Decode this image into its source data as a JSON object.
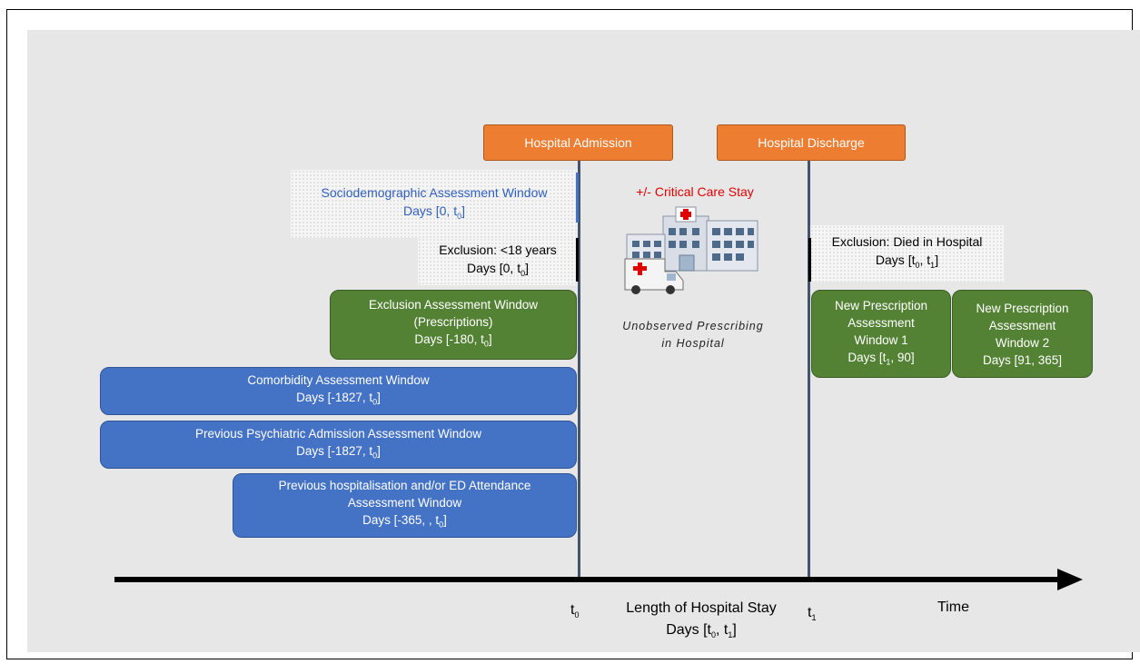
{
  "events": {
    "admission": "Hospital Admission",
    "discharge": "Hospital Discharge"
  },
  "critical_care": "+/- Critical Care Stay",
  "unobserved": {
    "line1": "Unobserved Prescribing",
    "line2": "in Hospital"
  },
  "windows": {
    "sociodemographic": {
      "title": "Sociodemographic Assessment Window",
      "days_prefix": "Days [0, t",
      "sub": "0",
      "days_suffix": "]"
    },
    "under18": {
      "title": "Exclusion: <18 years",
      "days_prefix": "Days [0, t",
      "sub": "0",
      "days_suffix": "]"
    },
    "died": {
      "title": "Exclusion: Died in Hospital",
      "days_prefix": "Days [t",
      "sub1": "0",
      "mid": ", t",
      "sub2": "1",
      "days_suffix": "]"
    },
    "exclusion_rx": {
      "title1": "Exclusion Assessment Window",
      "title2": "(Prescriptions)",
      "days_prefix": "Days [-180, t",
      "sub": "0",
      "days_suffix": "]"
    },
    "comorbidity": {
      "title": "Comorbidity Assessment Window",
      "days_prefix": "Days [-1827, t",
      "sub": "0",
      "days_suffix": "]"
    },
    "psych": {
      "title": "Previous Psychiatric Admission Assessment Window",
      "days_prefix": "Days [-1827, t",
      "sub": "0",
      "days_suffix": "]"
    },
    "prev_hosp": {
      "title1": "Previous hospitalisation and/or ED Attendance",
      "title2": "Assessment Window",
      "days_prefix": "Days [-365, , t",
      "sub": "0",
      "days_suffix": "]"
    },
    "new_rx1": {
      "line1": "New Prescription",
      "line2": "Assessment",
      "line3": "Window 1",
      "days_prefix": "Days [t",
      "sub": "1",
      "days_suffix": ", 90]"
    },
    "new_rx2": {
      "line1": "New Prescription",
      "line2": "Assessment",
      "line3": "Window 2",
      "days": "Days [91, 365]"
    }
  },
  "axis": {
    "t0_main": "t",
    "t0_sub": "0",
    "t1_main": "t",
    "t1_sub": "1",
    "time": "Time",
    "los_title": "Length of Hospital Stay",
    "los_prefix": "Days [t",
    "los_sub1": "0",
    "los_mid": ", t",
    "los_sub2": "1",
    "los_suffix": "]"
  },
  "colors": {
    "orange": "#ed7d31",
    "green": "#548235",
    "blue": "#4472c4",
    "critical_red": "#e00000",
    "socio_blue": "#2f5fbf"
  }
}
